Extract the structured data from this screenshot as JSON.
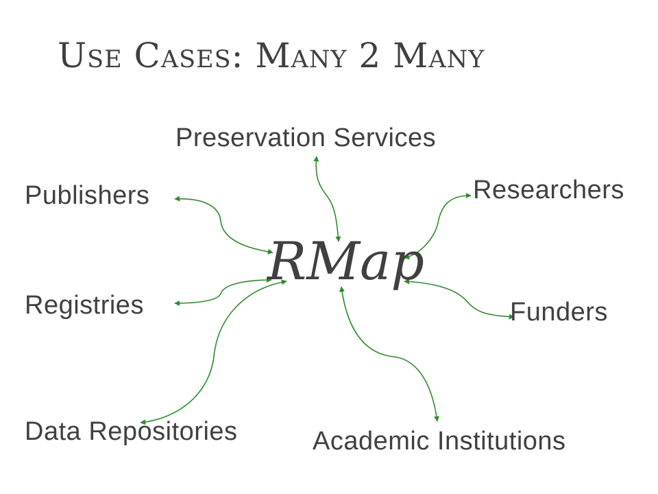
{
  "title": "Use Cases: Many 2 Many",
  "center": "RMap",
  "nodes": {
    "preservation": "Preservation Services",
    "publishers": "Publishers",
    "researchers": "Researchers",
    "registries": "Registries",
    "funders": "Funders",
    "data_repositories": "Data Repositories",
    "academic": "Academic Institutions"
  },
  "colors": {
    "arrow": "#2f8a2f",
    "text": "#404040"
  }
}
